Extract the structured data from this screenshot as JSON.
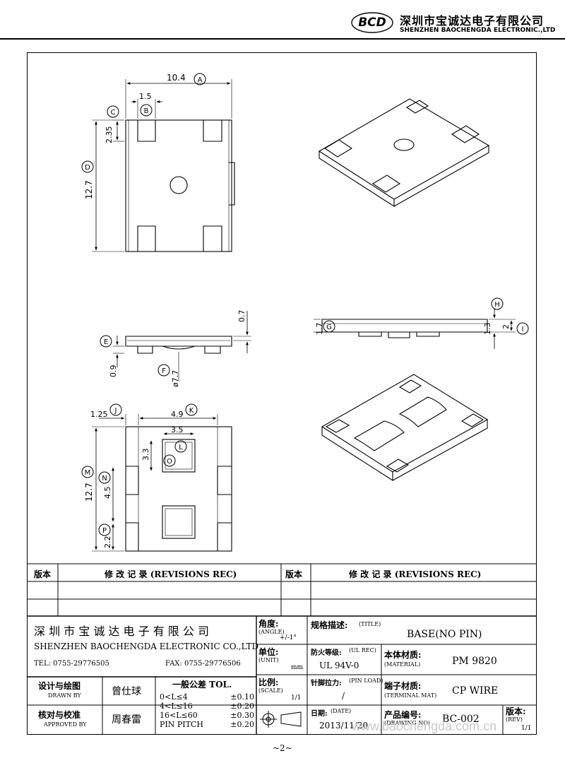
{
  "header": {
    "logo_text": "BCD",
    "company_cn": "深圳市宝诚达电子有限公司",
    "company_en": "SHENZHEN BAOCHENGDA ELECTRONIC.,LTD"
  },
  "drawing": {
    "dims": {
      "width_a": "10.4",
      "width_b": "1.5",
      "h_c": "2.35",
      "h_d": "12.7",
      "h_07": "0.7",
      "h_09": "0.9",
      "dia_f": "ø7.7",
      "h_17": "1.7",
      "h_13": "1.3",
      "h_2": "2",
      "w_125": "1.25",
      "w_49": "4.9",
      "w_35": "3.5",
      "h_33": "3.3",
      "h_127b": "12.7",
      "h_45": "4.5",
      "h_22": "2.2"
    },
    "labels": {
      "a": "A",
      "b": "B",
      "c": "C",
      "d": "D",
      "e": "E",
      "f": "F",
      "g": "G",
      "h": "H",
      "i": "I",
      "j": "J",
      "k": "K",
      "l": "L",
      "m": "M",
      "n": "N",
      "o": "O",
      "p": "P"
    }
  },
  "revisions": {
    "col1": "版本",
    "col2": "修  改  记  录  (REVISIONS REC)",
    "col3": "版本",
    "col4": "修  改  记  录  (REVISIONS REC)"
  },
  "title_block": {
    "company_cn": "深 圳 市 宝 诚 达 电 子 有 限 公 司",
    "company_en": "SHENZHEN BAOCHENGDA ELECTRONIC CO.,LTD",
    "tel": "TEL: 0755-29776505",
    "fax": "FAX: 0755-29776506",
    "angle_cn": "角度:",
    "angle_en": "(ANGLE)",
    "angle_val": "+/-1°",
    "unit_cn": "单位:",
    "unit_en": "(UNIT)",
    "unit_val": "mm",
    "scale_cn": "比例:",
    "scale_en": "(SCALE)",
    "scale_val": "1/1",
    "title_cn": "规格描述:",
    "title_en": "(TITLE)",
    "title_val": "BASE(NO  PIN)",
    "ul_cn": "防火等级:",
    "ul_en": "(UL REC)",
    "ul_val": "UL 94V-0",
    "material_cn": "本体材质:",
    "material_en": "(MATERIAL)",
    "material_val": "PM  9820",
    "pinload_cn": "针脚拉力:",
    "pinload_en": "(PIN LOAD)",
    "pinload_val": "/",
    "terminal_cn": "端子材质:",
    "terminal_en": "(TERMINAL MAT)",
    "terminal_val": "CP WIRE",
    "date_cn": "日期:",
    "date_en": "(DATE)",
    "date_val": "2013/11/20",
    "drawing_cn": "产品编号:",
    "drawing_en": "(DRAWING NO)",
    "drawing_val": "BC-002",
    "rev_cn": "版本:",
    "rev_en": "(REV)",
    "rev_val": "1/1",
    "drawn_cn": "设计与绘图",
    "drawn_en": "DRAWN BY",
    "drawn_val": "曾仕球",
    "approved_cn": "核对与校准",
    "approved_en": "APPROVED BY",
    "approved_val": "周春雷",
    "tol_title": "一般公差 TOL.",
    "tol_rows": [
      {
        "range": "0<L≤4",
        "val": "±0.10"
      },
      {
        "range": "4<L≤16",
        "val": "±0.20"
      },
      {
        "range": "16<L≤60",
        "val": "±0.30"
      },
      {
        "range": "PIN PITCH",
        "val": "±0.20"
      }
    ],
    "watermark": "www.baochengda.com.cn"
  },
  "page_number": "~2~"
}
